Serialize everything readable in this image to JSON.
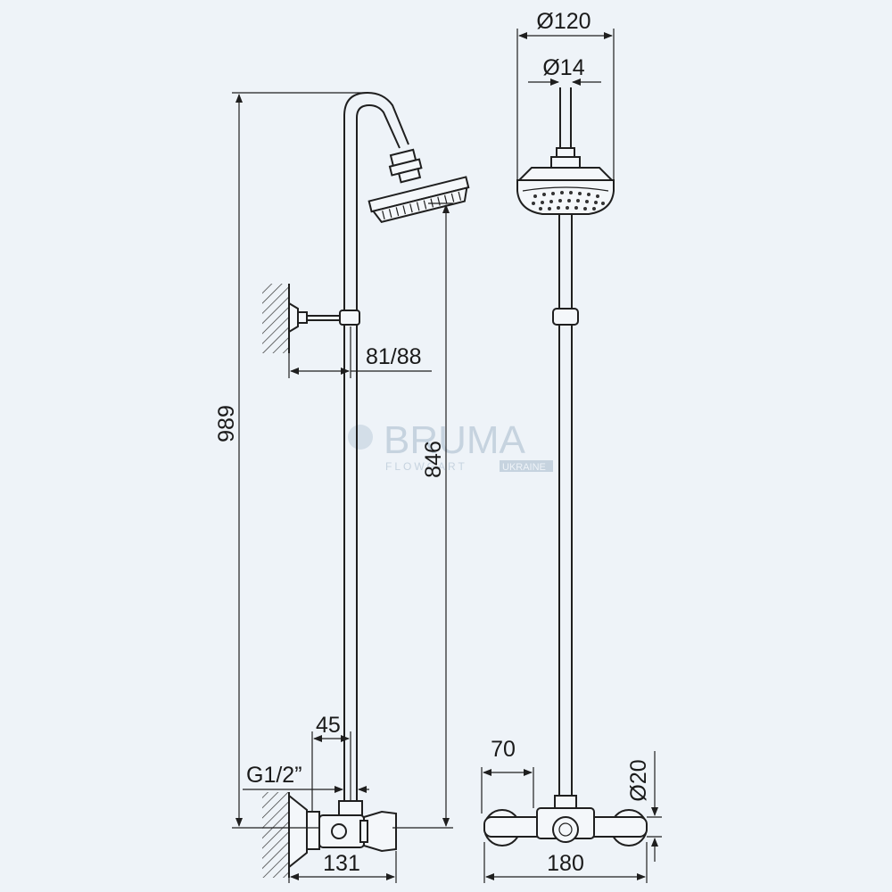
{
  "watermark": {
    "brand": "BRUMA",
    "subline_left": "FLOWGART",
    "subline_right": "UKRAINE"
  },
  "dimensions": {
    "total_height": "989",
    "head_to_outlet": "846",
    "bracket_offset": "81/88",
    "inlet_spacing": "45",
    "thread_size": "G1/2”",
    "side_depth": "131",
    "head_diameter": "Ø120",
    "arm_diameter": "Ø14",
    "valve_offset": "70",
    "pipe_diameter": "Ø20",
    "valve_width": "180"
  },
  "colors": {
    "background": "#eef3f8",
    "line": "#1f1f1f",
    "watermark": "#c6d3df"
  }
}
